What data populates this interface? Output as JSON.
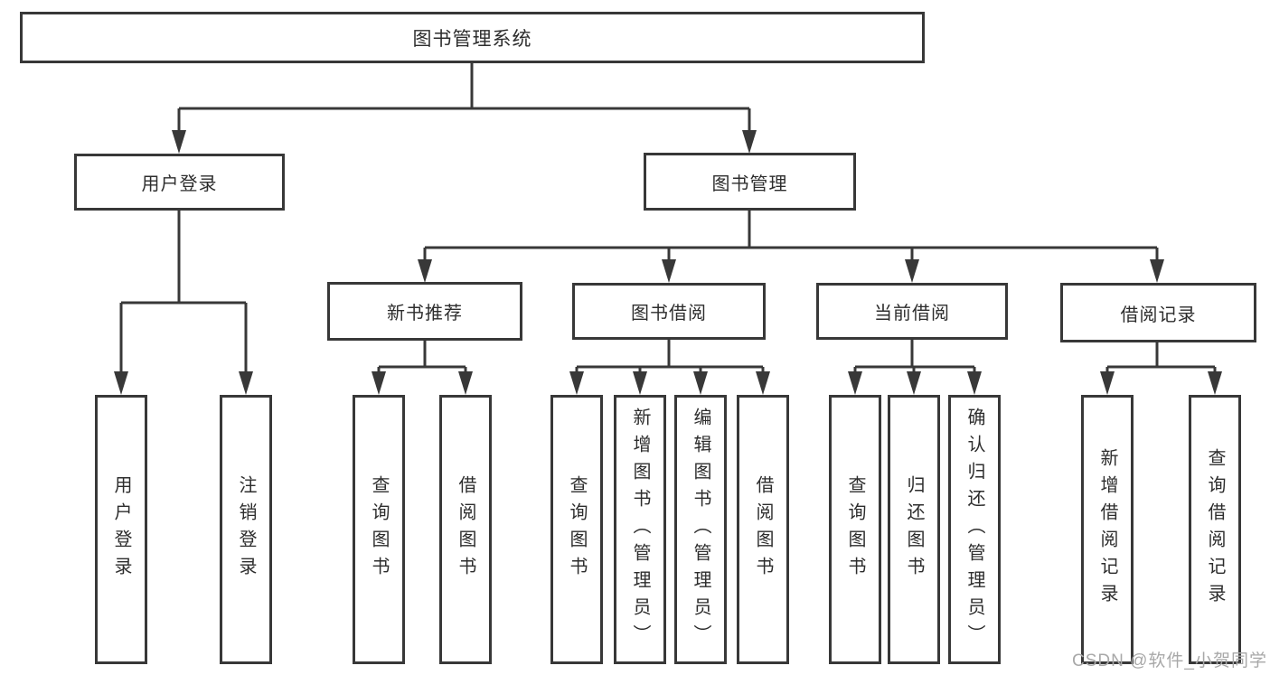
{
  "diagram": {
    "root": {
      "label": "图书管理系统"
    },
    "branches": [
      {
        "label": "用户登录",
        "children": [
          {
            "label": "用户登录"
          },
          {
            "label": "注销登录"
          }
        ]
      },
      {
        "label": "图书管理",
        "children": [
          {
            "label": "新书推荐",
            "children": [
              {
                "label": "查询图书"
              },
              {
                "label": "借阅图书"
              }
            ]
          },
          {
            "label": "图书借阅",
            "children": [
              {
                "label": "查询图书"
              },
              {
                "label": "新增图书（管理员）"
              },
              {
                "label": "编辑图书（管理员）"
              },
              {
                "label": "借阅图书"
              }
            ]
          },
          {
            "label": "当前借阅",
            "children": [
              {
                "label": "查询图书"
              },
              {
                "label": "归还图书"
              },
              {
                "label": "确认归还（管理员）"
              }
            ]
          },
          {
            "label": "借阅记录",
            "children": [
              {
                "label": "新增借阅记录"
              },
              {
                "label": "查询借阅记录"
              }
            ]
          }
        ]
      }
    ]
  },
  "watermark": {
    "text": "CSDN @软件_小贺同学"
  },
  "colors": {
    "line": "#383838",
    "box_border": "#383838",
    "box_fill": "#ffffff",
    "text": "#2d2d2d",
    "watermark": "#a8a8a8",
    "background": "#ffffff"
  }
}
